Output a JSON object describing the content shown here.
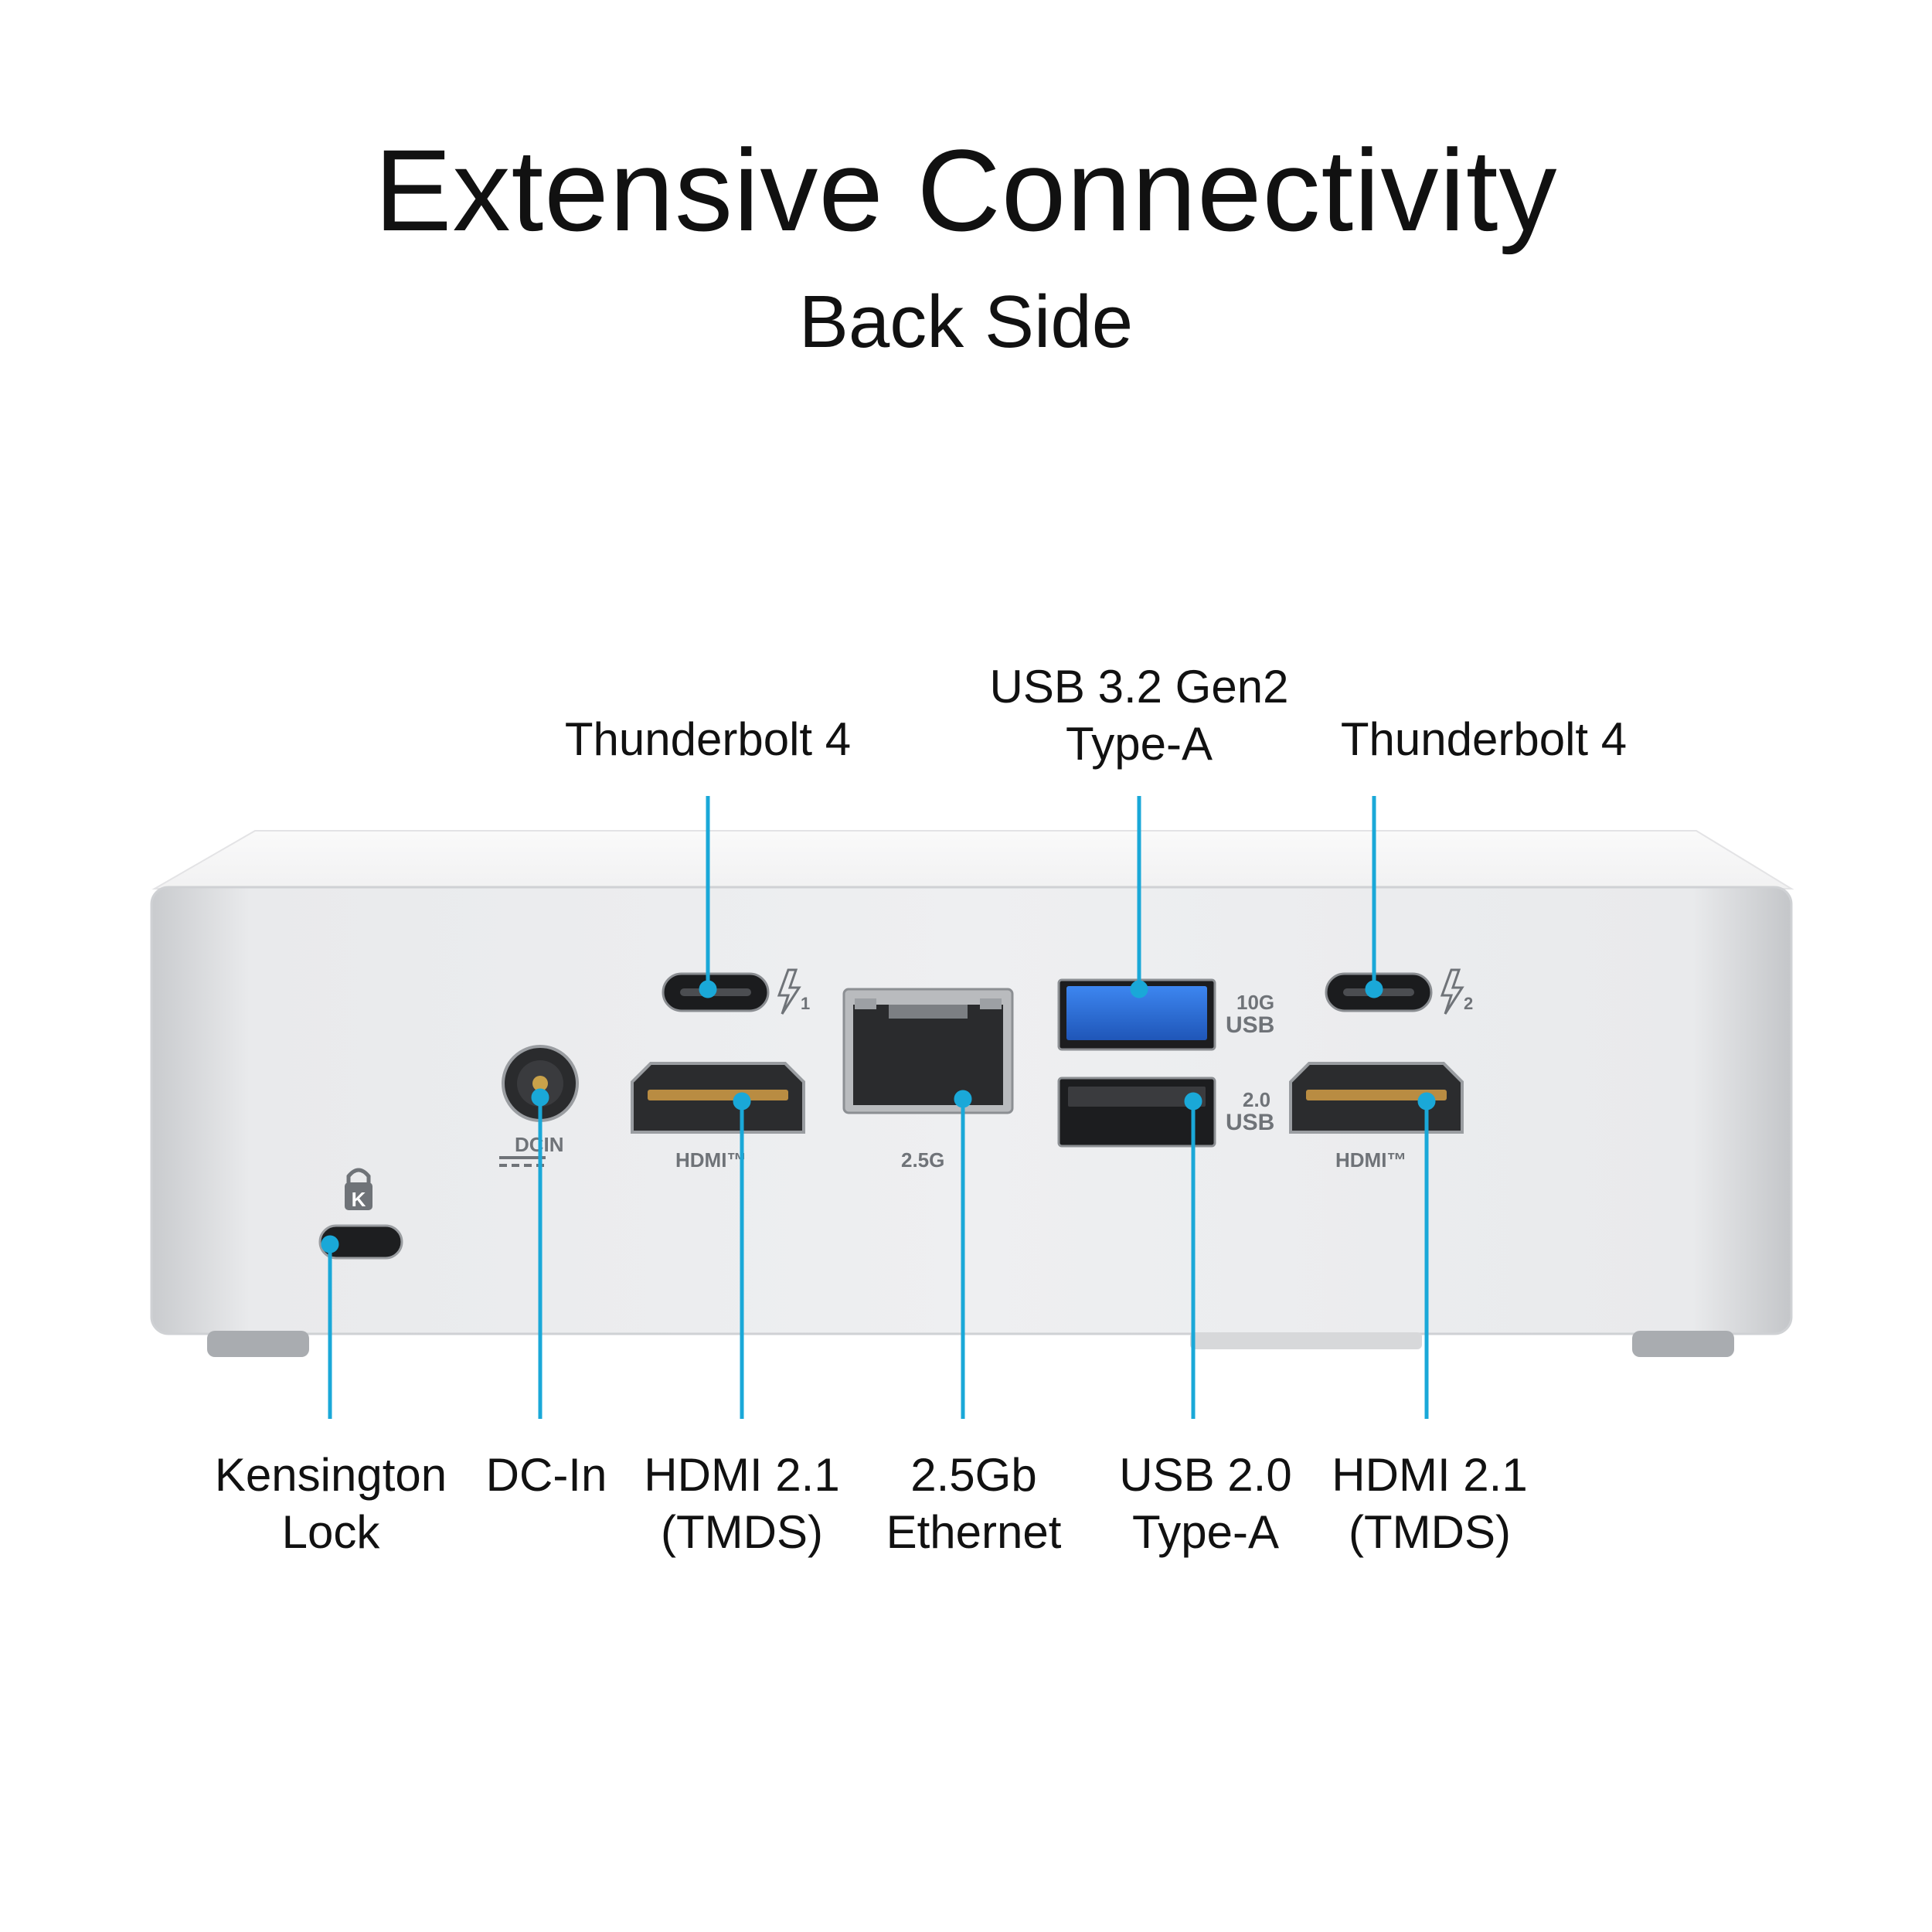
{
  "header": {
    "title": "Extensive Connectivity",
    "subtitle": "Back Side"
  },
  "top_labels": {
    "tb_left": [
      "Thunderbolt  4"
    ],
    "usb32": [
      "USB 3.2 Gen2",
      "Type-A"
    ],
    "tb_right": [
      "Thunderbolt  4"
    ]
  },
  "bottom_labels": {
    "kensington": [
      "Kensington",
      "Lock"
    ],
    "dcin": [
      "DC-In"
    ],
    "hdmi_left": [
      "HDMI 2.1",
      "(TMDS)"
    ],
    "ethernet": [
      "2.5Gb",
      "Ethernet"
    ],
    "usb20": [
      "USB 2.0",
      "Type-A"
    ],
    "hdmi_right": [
      "HDMI 2.1",
      "(TMDS)"
    ]
  },
  "device_markings": {
    "dc_in": "DCIN",
    "hdmi": "HDMI™",
    "lan": "2.5G",
    "usb_10g": [
      "10G",
      "USB"
    ],
    "usb_20": [
      "2.0",
      "USB"
    ],
    "tb_left_num": "1",
    "tb_right_num": "2",
    "lock_letter": "K"
  },
  "colors": {
    "callout_line": "#1aa8d8",
    "chassis": "#e6e7e9",
    "usb3_blue": "#2b6fd6"
  },
  "icons": [
    "thunderbolt-icon",
    "padlock-icon"
  ]
}
